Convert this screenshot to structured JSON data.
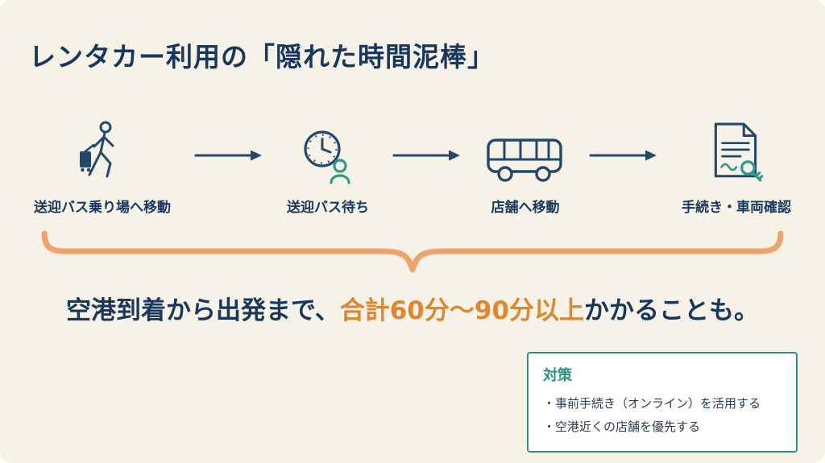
{
  "slide": {
    "title": "レンタカー利用の「隠れた時間泥棒」",
    "steps": [
      {
        "label": "送迎バス乗り場へ移動",
        "icon": "walking-person-luggage-icon"
      },
      {
        "label": "送迎バス待ち",
        "icon": "clock-waiting-person-icon"
      },
      {
        "label": "店舗へ移動",
        "icon": "shuttle-bus-icon"
      },
      {
        "label": "手続き・車両確認",
        "icon": "document-key-icon"
      }
    ],
    "summary": {
      "prefix": "空港到着から出発まで、",
      "highlight": "合計60分〜90分以上",
      "suffix": "かかることも。"
    },
    "countermeasures": {
      "heading": "対策",
      "items": [
        "・事前手続き（オンライン）を活用する",
        "・空港近くの店舗を優先する"
      ]
    },
    "colors": {
      "background": "#f6f2e8",
      "navy": "#17375c",
      "icon_navy": "#24486b",
      "orange_text": "#e0862d",
      "orange_brace": "#efa26a",
      "teal": "#2e8f85"
    }
  }
}
